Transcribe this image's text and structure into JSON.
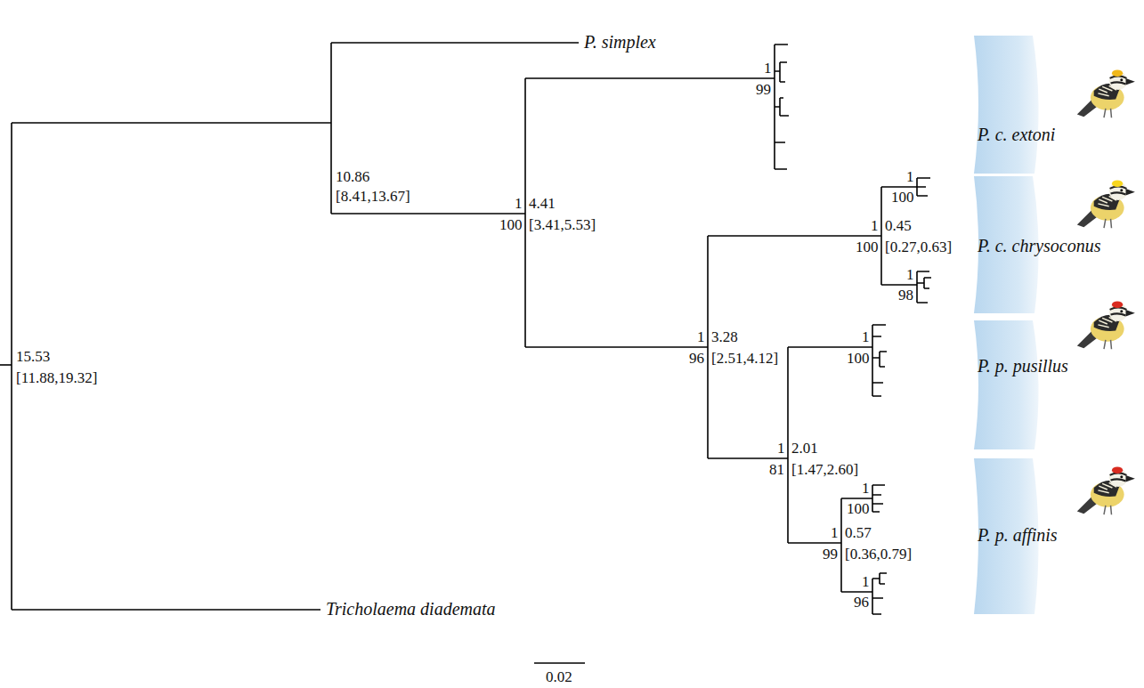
{
  "diagram": {
    "nodes": [
      {
        "text": [
          "P. c. extoni"
        ]
      },
      {
        "text": [
          "P. c. chrysoconus"
        ]
      },
      {
        "text": [
          "P. p. pusillus"
        ]
      },
      {
        "text": [
          "P. p. affinis"
        ]
      }
    ],
    "labels": [
      "P. simplex",
      "10.86",
      "[8.41,13.67]",
      "1",
      "99",
      "1",
      "4.41",
      "100",
      "[3.41,5.53]",
      "1",
      "100",
      "0.45",
      "1",
      "100",
      "[0.27,0.63]",
      "1",
      "98",
      "1",
      "3.28",
      "96",
      "[2.51,4.12]",
      "1",
      "100",
      "1",
      "2.01",
      "81",
      "[1.47,2.60]",
      "1",
      "100",
      "0.57",
      "1",
      "99",
      "[0.36,0.79]",
      "1",
      "96",
      "15.53",
      "[11.88,19.32]",
      "Tricholaema diademata",
      "0.02"
    ]
  }
}
